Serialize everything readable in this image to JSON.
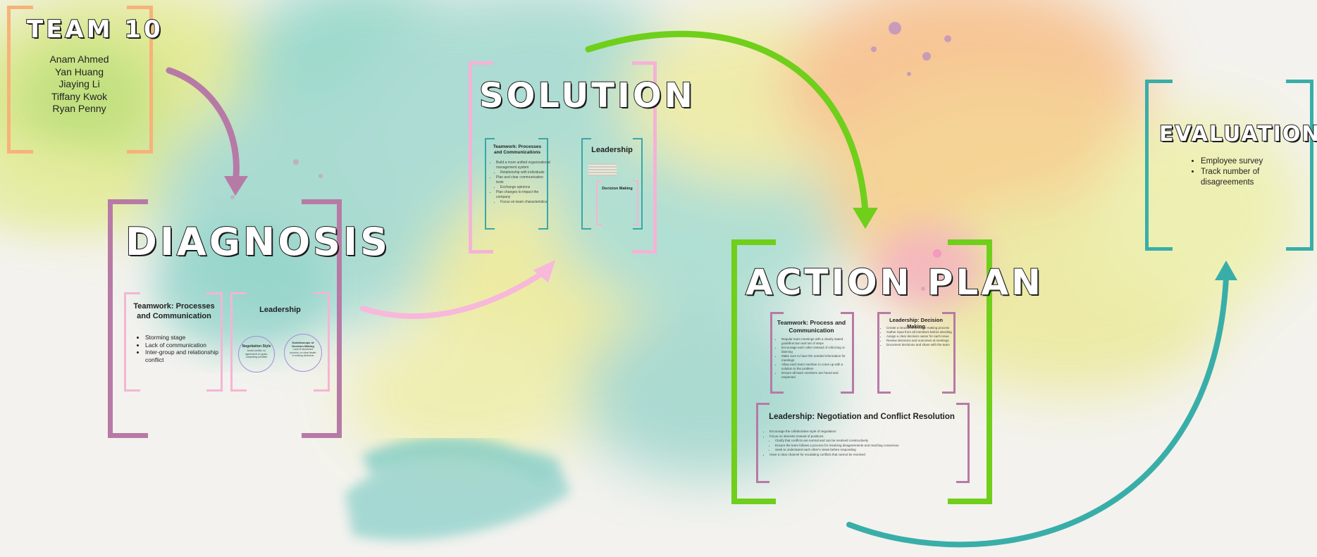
{
  "colors": {
    "team_bracket": "#f7b27a",
    "diagnosis_bracket": "#b77aa6",
    "solution_bracket": "#f5b3d6",
    "action_bracket": "#6fcf1a",
    "evaluation_bracket": "#39aea9",
    "inner_pink": "#f4b5d4",
    "inner_teal": "#3aa7a4",
    "arrow_purple": "#b77aa6",
    "arrow_pink": "#f8b8da",
    "arrow_green": "#6fcf1a",
    "arrow_teal": "#39aea9"
  },
  "team": {
    "title": "TEAM 10",
    "members": [
      "Anam Ahmed",
      "Yan Huang",
      "Jiaying Li",
      "Tiffany Kwok",
      "Ryan Penny"
    ]
  },
  "diagnosis": {
    "title": "DIAGNOSIS",
    "teamwork_title": "Teamwork: Processes and Communication",
    "teamwork_bullets": [
      "Storming stage",
      "Lack of communication",
      "Inter-group and relationship conflict"
    ],
    "leadership_title": "Leadership",
    "circle_left_title": "Negotiation Style",
    "circle_right_title": "Kaleidoscope of Decision Making",
    "circle_left_text": "Avoid conflict, no agreement on goals, competing priorities",
    "circle_right_text": "Lack of structured process, no clear leader in making decisions"
  },
  "solution": {
    "title": "SOLUTION",
    "teamwork_title": "Teamwork: Processes and Communications",
    "teamwork_bullets": [
      "Build a more unified organizational management system",
      "Relationship with individuals",
      "Plan and clear communication tools",
      "Exchange opinions",
      "Plan changes to impact the company",
      "Focus on team characteristics"
    ],
    "leadership_title": "Leadership",
    "decision_title": "Decision Making"
  },
  "action_plan": {
    "title": "ACTION PLAN",
    "teamwork_title": "Teamwork: Process and Communication",
    "teamwork_bullets": [
      "Regular team meetings with a clearly stated goal/direction and set of steps",
      "Encourage each other instead of criticizing or blaming",
      "Make sure to have the needed information for meetings",
      "Allow each team member to come up with a solution to the problem",
      "Ensure all team members are heard and respected"
    ],
    "leadership_title": "Leadership: Decision Making",
    "leadership_bullets": [
      "Create a structured decision-making process",
      "Gather input from all members before deciding",
      "Assign a clear decision owner for each issue",
      "Review decisions and outcomes at meetings",
      "Document decisions and share with the team"
    ],
    "negotiation_title": "Leadership: Negotiation and Conflict Resolution",
    "negotiation_bullets": [
      "Encourage the collaborative style of negotiation",
      "Focus on interests instead of positions",
      "Clarify that conflicts are normal and can be resolved constructively",
      "Ensure the team follows a process for resolving disagreements and reaching consensus",
      "Seek to understand each other's views before responding",
      "Have a clear channel for escalating conflicts that cannot be resolved"
    ]
  },
  "evaluation": {
    "title": "EVALUATION",
    "bullets": [
      "Employee survey",
      "Track number of disagreements"
    ]
  }
}
